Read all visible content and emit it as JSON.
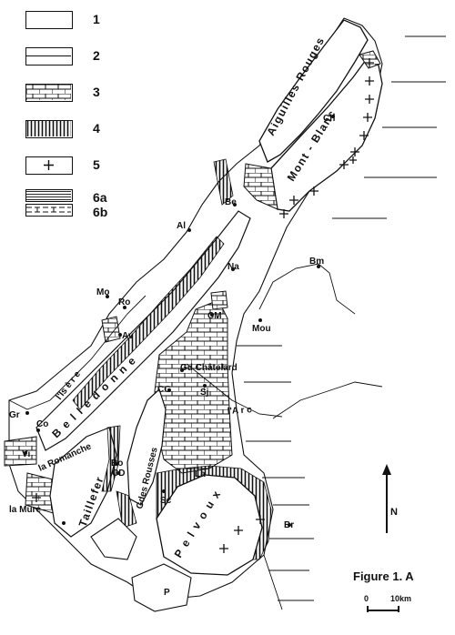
{
  "legend": {
    "items": [
      {
        "number": "1",
        "pattern": "blank"
      },
      {
        "number": "2",
        "pattern": "horizontal-lines"
      },
      {
        "number": "3",
        "pattern": "brick"
      },
      {
        "number": "4",
        "pattern": "vertical-lines"
      },
      {
        "number": "5",
        "pattern": "crosses"
      },
      {
        "number": "6a",
        "pattern": "horizontal-lines-dense"
      },
      {
        "number": "6b",
        "pattern": "dashed-lines"
      }
    ]
  },
  "labels": {
    "aiguilles_rouges": "Aiguilles Rouges",
    "mont_blanc": "Mont - Blanc",
    "ch": "Ch",
    "be": "Be",
    "al": "Al",
    "na": "Na",
    "bm": "Bm",
    "mo": "Mo",
    "ro": "Ro",
    "av": "Av",
    "cm": "CM",
    "mou": "Mou",
    "gd_chatelard": "Gd Châtelard",
    "cg": "CG",
    "sj": "Sj",
    "l_arc": "l'A r c",
    "l_isere": "l'Is è r e",
    "gr": "Gr",
    "co": "Co",
    "belledonne": "B e l l e d o n n e",
    "vi": "Vi",
    "la_romanche": "la Romanche",
    "taillefer": "Taillefer",
    "bo": "Bo",
    "cd": "CD",
    "gdes_rousses": "Gdes Rousses",
    "la_mure": "la Mure",
    "la": "La",
    "sc": "Sc",
    "pelvoux": "P e l v o u x",
    "p": "P",
    "br": "Br",
    "n": "N"
  },
  "figure_caption": "Figure 1. A",
  "scale": {
    "start": "0",
    "end": "10km"
  }
}
